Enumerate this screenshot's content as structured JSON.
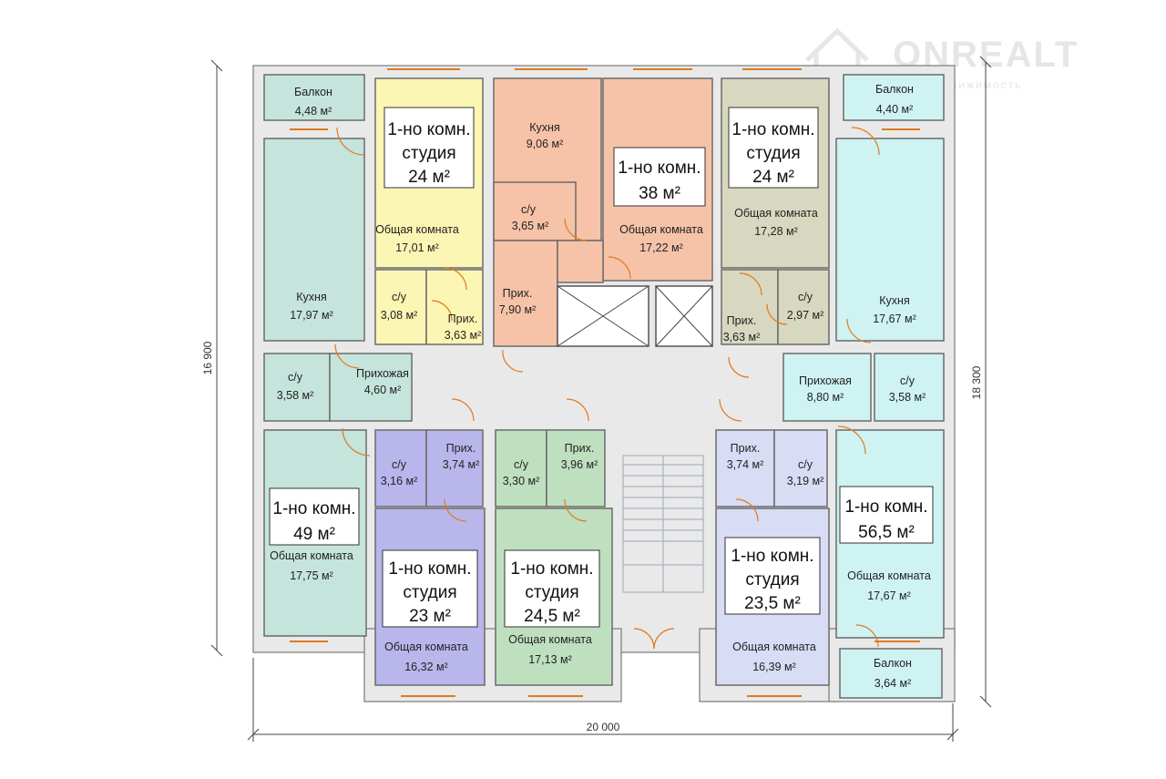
{
  "watermark": {
    "brand": "ONREALT",
    "subtitle": "недвижимость"
  },
  "dimensions": {
    "width": "20 000",
    "left_height": "16 900",
    "right_height": "18 300"
  },
  "rooms": {
    "balcony_tl": {
      "name": "Балкон",
      "area": "4,48 м²"
    },
    "kitchen_l": {
      "name": "Кухня",
      "area": "17,97 м²"
    },
    "wc_l": {
      "name": "с/у",
      "area": "3,58 м²"
    },
    "hall_l": {
      "name": "Прихожая",
      "area": "4,60 м²"
    },
    "living_bl": {
      "name": "Общая комната",
      "area": "17,75 м²"
    },
    "living_s1": {
      "name": "Общая комната",
      "area": "17,01 м²"
    },
    "wc_s1": {
      "name": "с/у",
      "area": "3,08 м²"
    },
    "hall_s1": {
      "name": "Прих.",
      "area": "3,63 м²"
    },
    "kitchen_38": {
      "name": "Кухня",
      "area": "9,06 м²"
    },
    "wc_38": {
      "name": "с/у",
      "area": "3,65 м²"
    },
    "hall_38": {
      "name": "Прих.",
      "area": "7,90 м²"
    },
    "living_38": {
      "name": "Общая комната",
      "area": "17,22 м²"
    },
    "living_s2": {
      "name": "Общая комната",
      "area": "17,28 м²"
    },
    "wc_s2": {
      "name": "с/у",
      "area": "2,97 м²"
    },
    "hall_s2": {
      "name": "Прих.",
      "area": "3,63 м²"
    },
    "balcony_tr": {
      "name": "Балкон",
      "area": "4,40 м²"
    },
    "kitchen_r": {
      "name": "Кухня",
      "area": "17,67 м²"
    },
    "hall_r": {
      "name": "Прихожая",
      "area": "8,80 м²"
    },
    "wc_r": {
      "name": "с/у",
      "area": "3,58 м²"
    },
    "living_br": {
      "name": "Общая комната",
      "area": "17,67 м²"
    },
    "balcony_br": {
      "name": "Балкон",
      "area": "3,64 м²"
    },
    "wc_p1": {
      "name": "с/у",
      "area": "3,16 м²"
    },
    "hall_p1": {
      "name": "Прих.",
      "area": "3,74 м²"
    },
    "living_p1": {
      "name": "Общая комната",
      "area": "16,32 м²"
    },
    "wc_g": {
      "name": "с/у",
      "area": "3,30 м²"
    },
    "hall_g": {
      "name": "Прих.",
      "area": "3,96 м²"
    },
    "living_g": {
      "name": "Общая комната",
      "area": "17,13 м²"
    },
    "hall_p2": {
      "name": "Прих.",
      "area": "3,74 м²"
    },
    "wc_p2": {
      "name": "с/у",
      "area": "3,19 м²"
    },
    "living_p2": {
      "name": "Общая комната",
      "area": "16,39 м²"
    }
  },
  "apartments": {
    "studio_tl": {
      "line1": "1-но комн.",
      "line2": "студия",
      "line3": "24 м²"
    },
    "apt_38": {
      "line1": "1-но комн.",
      "line2": "38 м²"
    },
    "studio_tr": {
      "line1": "1-но комн.",
      "line2": "студия",
      "line3": "24 м²"
    },
    "apt_49": {
      "line1": "1-но комн.",
      "line2": "49 м²"
    },
    "studio_23": {
      "line1": "1-но комн.",
      "line2": "студия",
      "line3": "23 м²"
    },
    "studio_245": {
      "line1": "1-но комн.",
      "line2": "студия",
      "line3": "24,5 м²"
    },
    "studio_235": {
      "line1": "1-но комн.",
      "line2": "студия",
      "line3": "23,5 м²"
    },
    "apt_565": {
      "line1": "1-но комн.",
      "line2": "56,5 м²"
    }
  },
  "colors": {
    "teal": "#c5e4dc",
    "cyan": "#cff3f3",
    "yellow": "#fbf6b4",
    "peach": "#f6c3a9",
    "khaki": "#d8d8c0",
    "purple": "#b9b6ec",
    "green": "#bfe0bf",
    "lavender": "#d8dcf5",
    "door": "#e07a1e"
  }
}
